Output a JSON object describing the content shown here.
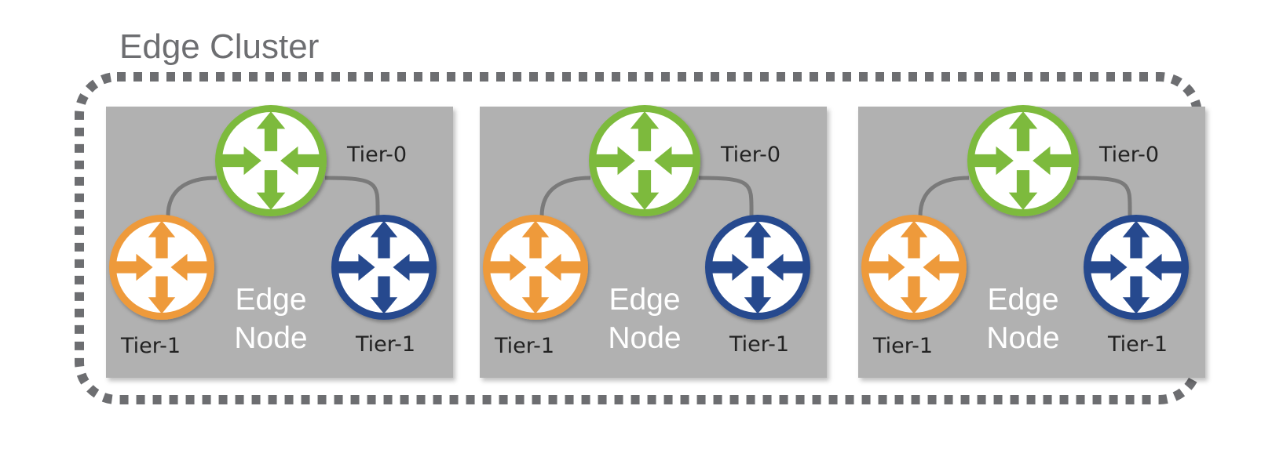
{
  "cluster": {
    "title": "Edge Cluster"
  },
  "nodes": [
    {
      "tier0_label": "Tier-0",
      "tier1_left_label": "Tier-1",
      "tier1_right_label": "Tier-1",
      "name_line1": "Edge",
      "name_line2": "Node"
    },
    {
      "tier0_label": "Tier-0",
      "tier1_left_label": "Tier-1",
      "tier1_right_label": "Tier-1",
      "name_line1": "Edge",
      "name_line2": "Node"
    },
    {
      "tier0_label": "Tier-0",
      "tier1_left_label": "Tier-1",
      "tier1_right_label": "Tier-1",
      "name_line1": "Edge",
      "name_line2": "Node"
    }
  ],
  "colors": {
    "cluster_border": "#6d6e71",
    "node_box": "#b1b1b1",
    "tier0_router": "#7dba3c",
    "tier1_left_router": "#ee9a3b",
    "tier1_right_router": "#264a8e",
    "connector": "#7a7a7a"
  },
  "icons": {
    "router": "router-four-arrows-icon"
  }
}
